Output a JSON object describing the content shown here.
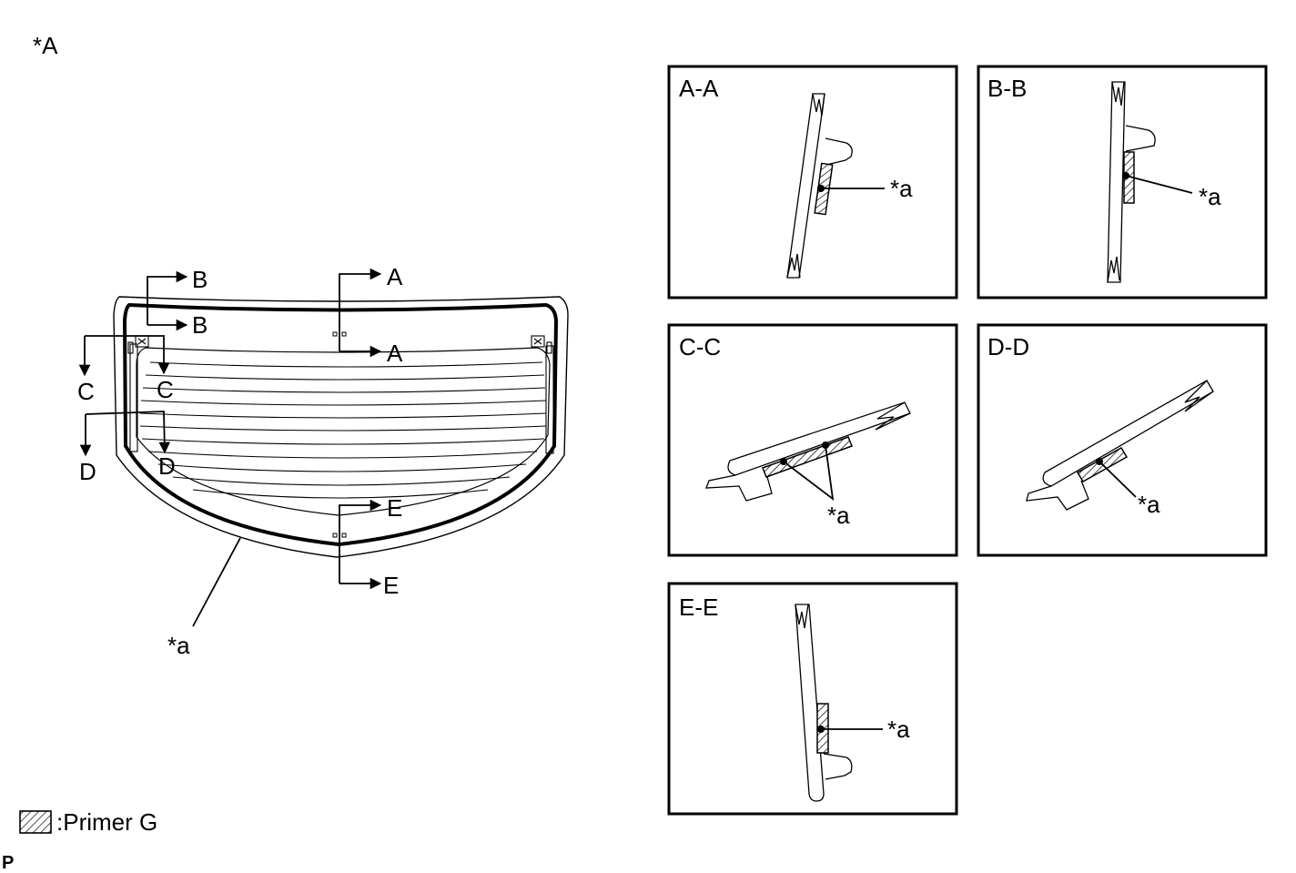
{
  "figure_label": "*A",
  "legend": {
    "text": ":Primer G"
  },
  "footer_mark": "P",
  "callout": "*a",
  "overview": {
    "section_markers": [
      {
        "id": "A",
        "top": "A",
        "bottom": "A"
      },
      {
        "id": "B",
        "top": "B",
        "bottom": "B"
      },
      {
        "id": "C",
        "left": "C",
        "right": "C"
      },
      {
        "id": "D",
        "left": "D",
        "right": "D"
      },
      {
        "id": "E",
        "top": "E",
        "bottom": "E"
      }
    ],
    "callout": "*a"
  },
  "sections": [
    {
      "id": "A",
      "title": "A-A",
      "callout": "*a"
    },
    {
      "id": "B",
      "title": "B-B",
      "callout": "*a"
    },
    {
      "id": "C",
      "title": "C-C",
      "callout": "*a"
    },
    {
      "id": "D",
      "title": "D-D",
      "callout": "*a"
    },
    {
      "id": "E",
      "title": "E-E",
      "callout": "*a"
    }
  ]
}
